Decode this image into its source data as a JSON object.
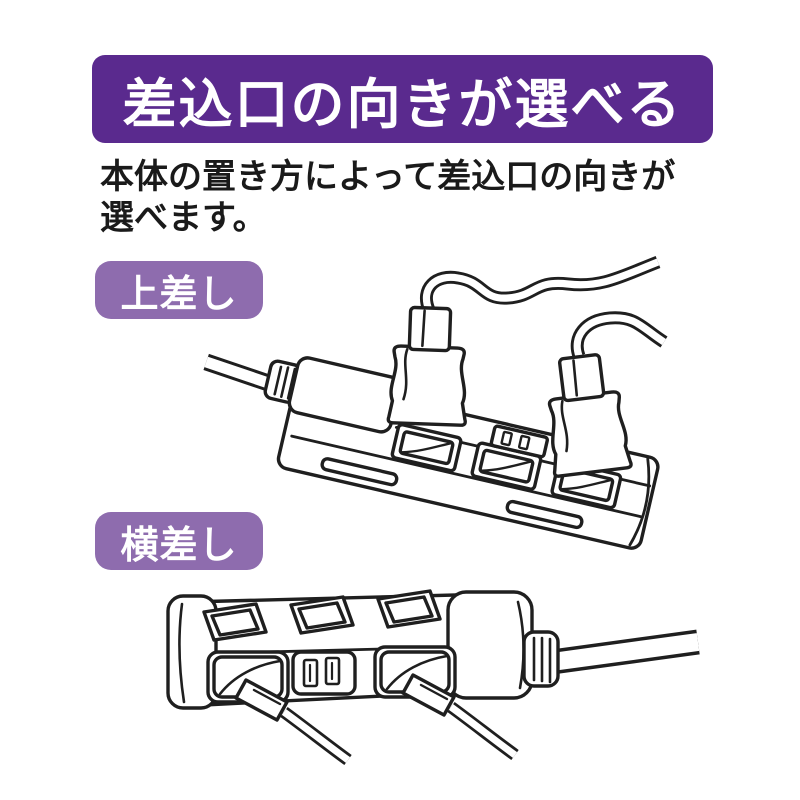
{
  "page": {
    "background": "#ffffff"
  },
  "banner": {
    "text": "差込口の向きが選べる",
    "bg": "#5a2a8e",
    "fg": "#ffffff"
  },
  "description": {
    "line1": "本体の置き方によって差込口の向きが",
    "line2": "選べます。"
  },
  "sections": [
    {
      "id": "top-insert",
      "label": "上差し",
      "illustration": "power-strip-plugs-inserted-from-top"
    },
    {
      "id": "side-insert",
      "label": "横差し",
      "illustration": "power-strip-plugs-inserted-from-side"
    }
  ],
  "colors": {
    "banner_bg": "#5a2a8e",
    "label_bg": "#8e6cae",
    "line_art": "#1f1f1f",
    "text": "#1a1a1a"
  }
}
